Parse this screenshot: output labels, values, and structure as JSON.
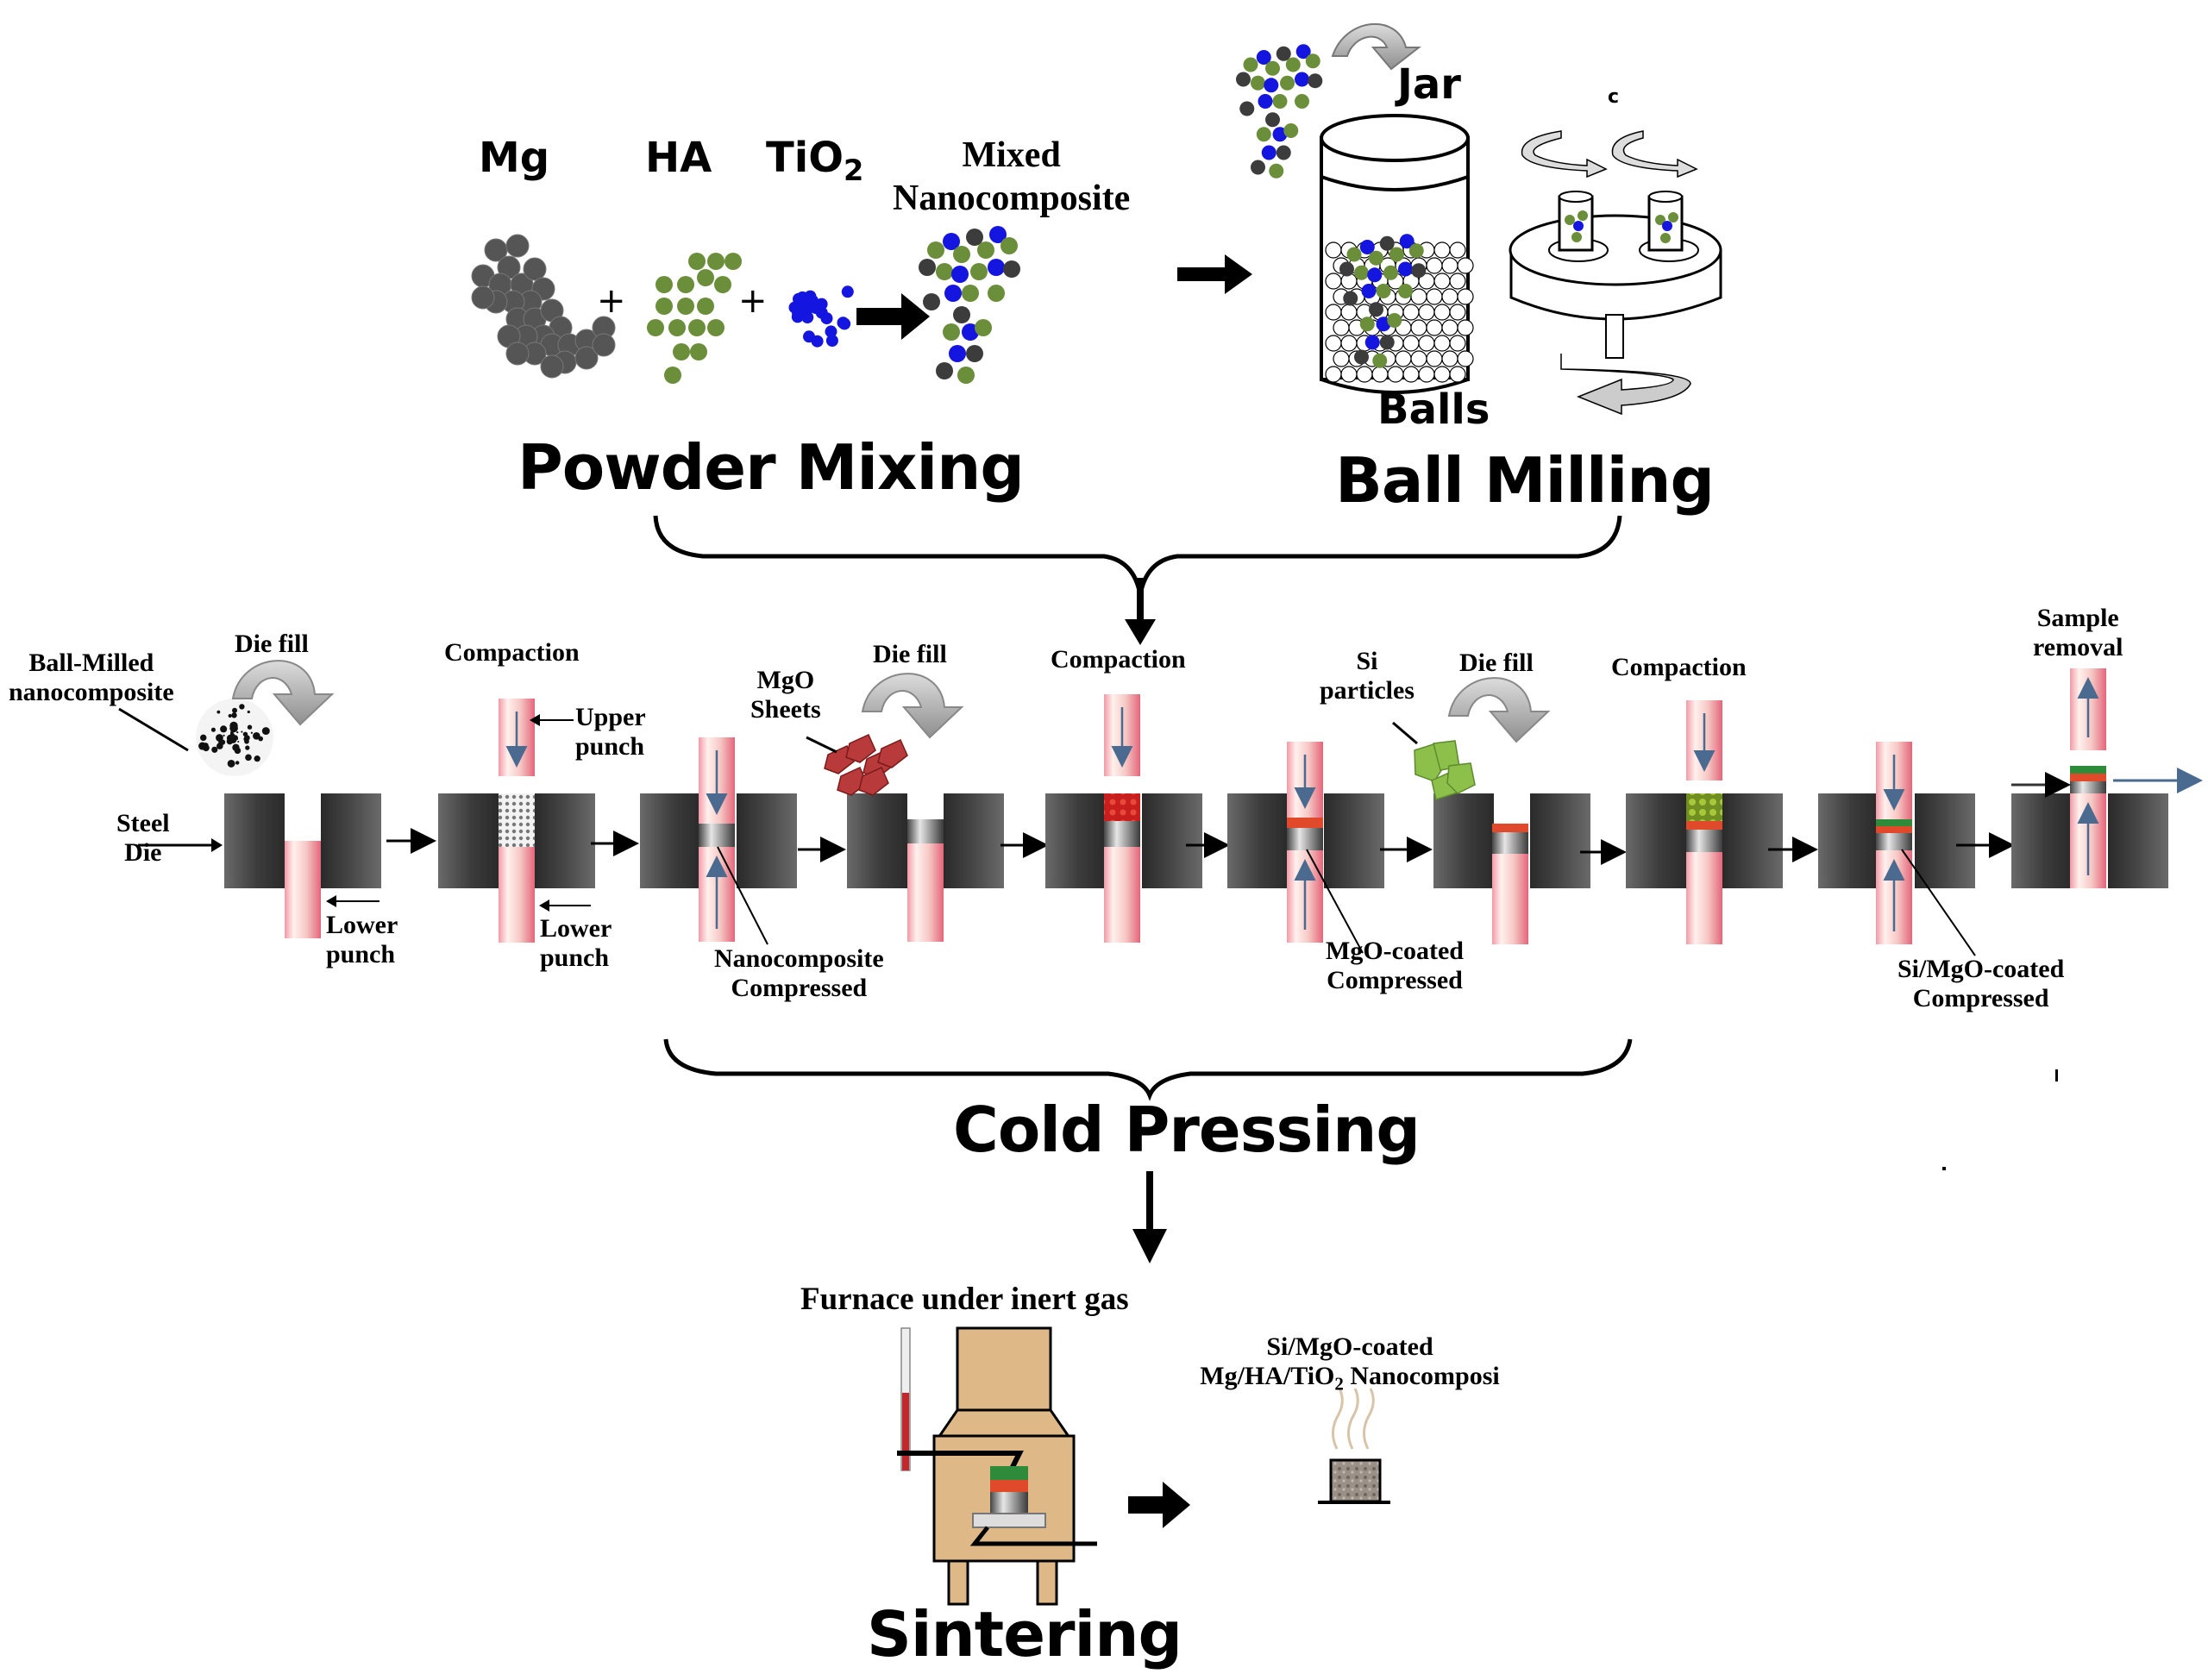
{
  "powder_mixing": {
    "elements": [
      {
        "symbol": "Mg",
        "color": "#555555"
      },
      {
        "symbol": "HA",
        "color": "#6b8e3a"
      },
      {
        "symbol": "TiO",
        "subscript": "2",
        "color": "#1515e0"
      }
    ],
    "plus": "+",
    "mixed_line1": "Mixed",
    "mixed_line2": "Nanocomposite",
    "stage_label": "Powder Mixing"
  },
  "ball_milling": {
    "jar_label": "Jar",
    "balls_label": "Balls",
    "mill_marker": "c",
    "stage_label": "Ball Milling"
  },
  "cold_pressing": {
    "stage_label": "Cold Pressing",
    "steps": [
      {
        "title": "Die fill",
        "material": "Ball-Milled nanocomposite"
      },
      {
        "title": "Compaction"
      },
      {
        "title": "",
        "callout": "Nanocomposite Compressed"
      },
      {
        "title": "Die fill",
        "material": "MgO Sheets"
      },
      {
        "title": "Compaction"
      },
      {
        "title": "",
        "callout": "MgO-coated Compressed"
      },
      {
        "title": "Die fill",
        "material": "Si particles"
      },
      {
        "title": "Compaction"
      },
      {
        "title": "",
        "callout": "Si/MgO-coated Compressed"
      },
      {
        "title": "Sample removal"
      }
    ],
    "labels": {
      "ball_milled_1": "Ball-Milled",
      "ball_milled_2": "nanocomposite",
      "die_fill": "Die fill",
      "compaction": "Compaction",
      "steel_die_1": "Steel",
      "steel_die_2": "Die",
      "upper_punch_1": "Upper",
      "upper_punch_2": "punch",
      "lower_punch_1": "Lower",
      "lower_punch_2": "punch",
      "mgo_1": "MgO",
      "mgo_2": "Sheets",
      "si_1": "Si",
      "si_2": "particles",
      "nano_comp_1": "Nanocomposite",
      "nano_comp_2": "Compressed",
      "mgo_coated_1": "MgO-coated",
      "mgo_coated_2": "Compressed",
      "simgo_coated_1": "Si/MgO-coated",
      "simgo_coated_2": "Compressed",
      "sample_removal_1": "Sample",
      "sample_removal_2": "removal"
    },
    "colors": {
      "die": "#3a3a3a",
      "punch": "#f4b8bf",
      "nanocomposite": "#8a8a8a",
      "mgo": "#d62a1a",
      "si": "#2e8b3a"
    }
  },
  "sintering": {
    "furnace_label": "Furnace under inert gas",
    "product_line1": "Si/MgO-coated",
    "product_line2_a": "Mg/HA/TiO",
    "product_line2_sub": "2",
    "product_line2_b": " Nanocomposi",
    "stage_label": "Sintering",
    "furnace_color": "#deb887"
  }
}
